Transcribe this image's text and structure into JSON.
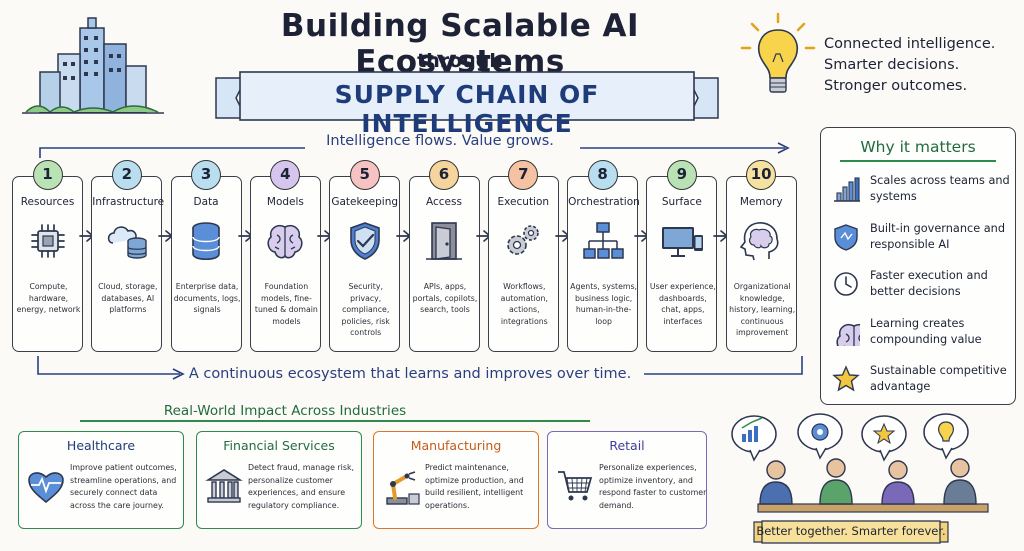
{
  "header": {
    "title": "Building Scalable AI Ecosystems",
    "through": "through",
    "banner": "SUPPLY CHAIN OF INTELLIGENCE"
  },
  "tagline": [
    "Connected intelligence.",
    "Smarter decisions.",
    "Stronger outcomes."
  ],
  "flow": {
    "top_label": "Intelligence flows. Value grows.",
    "bottom_label": "A continuous ecosystem that learns and improves over time."
  },
  "steps": [
    {
      "num": "1",
      "name": "Resources",
      "desc": "Compute, hardware, energy, network",
      "color": "#b9e3b5",
      "icon": "chip-icon"
    },
    {
      "num": "2",
      "name": "Infrastructure",
      "desc": "Cloud, storage, databases, AI platforms",
      "color": "#b8def0",
      "icon": "cloud-database-icon"
    },
    {
      "num": "3",
      "name": "Data",
      "desc": "Enterprise data, documents, logs, signals",
      "color": "#b8def0",
      "icon": "database-icon"
    },
    {
      "num": "4",
      "name": "Models",
      "desc": "Foundation models, fine-tuned & domain models",
      "color": "#d6c6ee",
      "icon": "brain-icon"
    },
    {
      "num": "5",
      "name": "Gatekeeping",
      "desc": "Security, privacy, compliance, policies, risk controls",
      "color": "#f6c2c2",
      "icon": "shield-check-icon"
    },
    {
      "num": "6",
      "name": "Access",
      "desc": "APIs, apps, portals, copilots, search, tools",
      "color": "#f5d59d",
      "icon": "door-icon"
    },
    {
      "num": "7",
      "name": "Execution",
      "desc": "Workflows, automation, actions, integrations",
      "color": "#f5c3a3",
      "icon": "gears-icon"
    },
    {
      "num": "8",
      "name": "Orchestration",
      "desc": "Agents, systems, business logic, human-in-the-loop",
      "color": "#b8def0",
      "icon": "hierarchy-icon"
    },
    {
      "num": "9",
      "name": "Surface",
      "desc": "User experience, dashboards, chat, apps, interfaces",
      "color": "#b9e3b5",
      "icon": "monitor-phone-icon"
    },
    {
      "num": "10",
      "name": "Memory",
      "desc": "Organizational knowledge, history, learning, continuous improvement",
      "color": "#f5e2a0",
      "icon": "head-brain-icon"
    }
  ],
  "why": {
    "title": "Why it matters",
    "items": [
      {
        "text": "Scales across teams and systems",
        "icon": "bar-chart-icon"
      },
      {
        "text": "Built-in governance and responsible AI",
        "icon": "shield-icon"
      },
      {
        "text": "Faster execution and better decisions",
        "icon": "clock-icon"
      },
      {
        "text": "Learning creates compounding value",
        "icon": "brain-icon"
      },
      {
        "text": "Sustainable competitive advantage",
        "icon": "star-icon"
      }
    ]
  },
  "industries": {
    "title": "Real-World Impact Across Industries",
    "items": [
      {
        "name": "Healthcare",
        "desc": "Improve patient outcomes, streamline operations, and securely connect data across the care journey.",
        "color": "#2f8a4e",
        "text_color": "#1f3c7a",
        "icon": "heart-pulse-icon"
      },
      {
        "name": "Financial Services",
        "desc": "Detect fraud, manage risk, personalize customer experiences, and ensure regulatory compliance.",
        "color": "#2f8a4e",
        "text_color": "#236b3e",
        "icon": "bank-icon"
      },
      {
        "name": "Manufacturing",
        "desc": "Predict maintenance, optimize production, and build resilient, intelligent operations.",
        "color": "#d9772f",
        "text_color": "#c25e1c",
        "icon": "robot-arm-icon"
      },
      {
        "name": "Retail",
        "desc": "Personalize experiences, optimize inventory, and respond faster to customer demand.",
        "color": "#7a68b8",
        "text_color": "#3d3f9a",
        "icon": "cart-icon"
      }
    ]
  },
  "footer": "Better together. Smarter forever."
}
